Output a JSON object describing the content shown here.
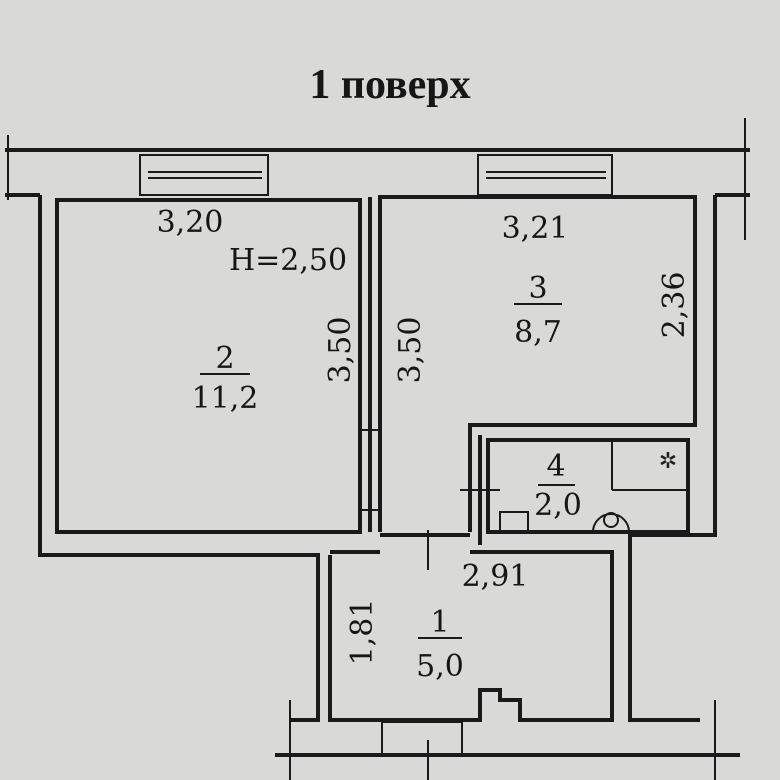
{
  "title": "1 поверх",
  "ceiling_height": "H=2,50",
  "rooms": [
    {
      "number": "1",
      "area": "5,0",
      "dims": [
        "2,91",
        "1,81"
      ]
    },
    {
      "number": "2",
      "area": "11,2",
      "dims": [
        "3,20",
        "3,50"
      ]
    },
    {
      "number": "3",
      "area": "8,7",
      "dims": [
        "3,21",
        "3,50",
        "2,36"
      ]
    },
    {
      "number": "4",
      "area": "2,0"
    }
  ]
}
